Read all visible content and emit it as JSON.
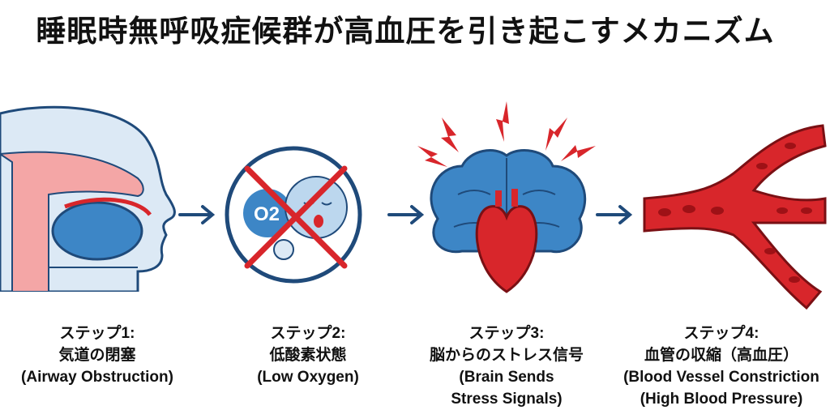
{
  "title": "睡眠時無呼吸症候群が高血圧を引き起こすメカニズム",
  "colors": {
    "blue": "#3d86c6",
    "light_blue": "#dce9f5",
    "red": "#d8262b",
    "pink": "#f08a8a",
    "navy": "#1f4a7a"
  },
  "steps": [
    {
      "icon": "airway-obstruction-icon",
      "step": "ステップ1:",
      "jp": "気道の閉塞",
      "en": [
        "(Airway Obstruction)"
      ]
    },
    {
      "icon": "low-oxygen-icon",
      "step": "ステップ2:",
      "jp": "低酸素状態",
      "en": [
        "(Low Oxygen)"
      ],
      "o2_label": "O2"
    },
    {
      "icon": "brain-stress-icon",
      "step": "ステップ3:",
      "jp": "脳からのストレス信号",
      "en": [
        "(Brain Sends",
        "Stress Signals)"
      ]
    },
    {
      "icon": "blood-vessel-constriction-icon",
      "step": "ステップ4:",
      "jp": "血管の収縮（高血圧）",
      "en": [
        "(Blood Vessel Constriction",
        "(High Blood Pressure)"
      ]
    }
  ]
}
